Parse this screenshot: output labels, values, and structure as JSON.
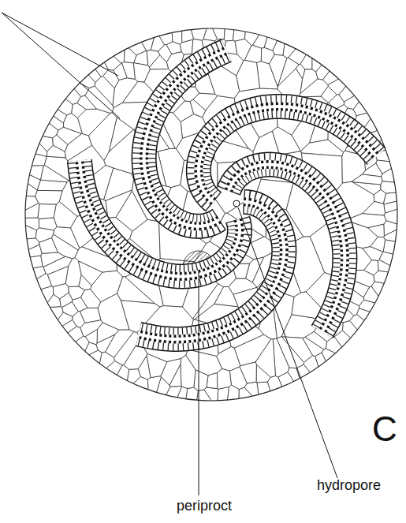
{
  "diagram": {
    "labels": [
      "hydropore",
      "periproct",
      "C"
    ]
  }
}
